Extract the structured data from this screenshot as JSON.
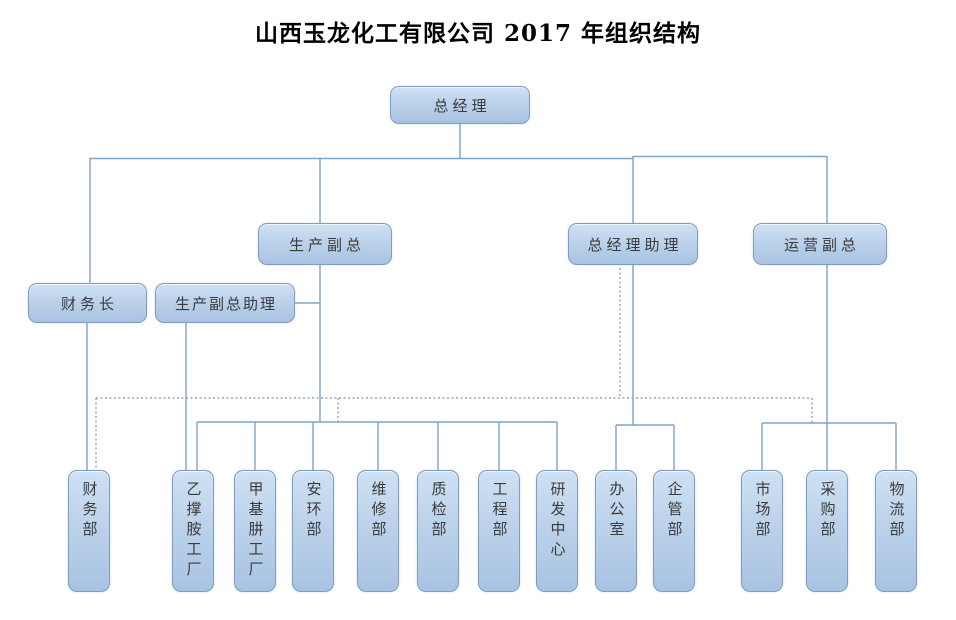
{
  "title": "山西玉龙化工有限公司 2017 年组织结构",
  "nodes": {
    "general_manager": {
      "label": "总经理"
    },
    "production_vp": {
      "label": "生产副总"
    },
    "gm_assistant": {
      "label": "总经理助理"
    },
    "operations_vp": {
      "label": "运营副总"
    },
    "cfo": {
      "label": "财务长"
    },
    "production_vp_assistant": {
      "label": "生产副总助理"
    }
  },
  "departments": [
    {
      "label": "财务部"
    },
    {
      "label": "乙撑胺工厂"
    },
    {
      "label": "甲基肼工厂"
    },
    {
      "label": "安环部"
    },
    {
      "label": "维修部"
    },
    {
      "label": "质检部"
    },
    {
      "label": "工程部"
    },
    {
      "label": "研发中心"
    },
    {
      "label": "办公室"
    },
    {
      "label": "企管部"
    },
    {
      "label": "市场部"
    },
    {
      "label": "采购部"
    },
    {
      "label": "物流部"
    }
  ],
  "relationships": {
    "solid": [
      [
        "总经理",
        "财务长"
      ],
      [
        "总经理",
        "生产副总"
      ],
      [
        "总经理",
        "总经理助理"
      ],
      [
        "总经理",
        "运营副总"
      ],
      [
        "生产副总",
        "生产副总助理"
      ],
      [
        "财务长",
        "财务部"
      ],
      [
        "生产副总助理",
        "乙撑胺工厂"
      ],
      [
        "生产副总",
        "乙撑胺工厂"
      ],
      [
        "生产副总",
        "甲基肼工厂"
      ],
      [
        "生产副总",
        "安环部"
      ],
      [
        "生产副总",
        "维修部"
      ],
      [
        "生产副总",
        "质检部"
      ],
      [
        "生产副总",
        "工程部"
      ],
      [
        "生产副总",
        "研发中心"
      ],
      [
        "总经理助理",
        "办公室"
      ],
      [
        "总经理助理",
        "企管部"
      ],
      [
        "运营副总",
        "市场部"
      ],
      [
        "运营副总",
        "采购部"
      ],
      [
        "运营副总",
        "物流部"
      ]
    ],
    "dotted": [
      [
        "总经理助理",
        "财务部"
      ],
      [
        "总经理助理",
        "生产部门线"
      ],
      [
        "总经理助理",
        "运营部门线"
      ]
    ]
  },
  "colors": {
    "box_border": "#7e9cc4",
    "box_fill_top": "#cfe1f3",
    "box_fill_bottom": "#a8c3e2",
    "connector": "#7ea3cb",
    "dotted_connector": "#8aa6c6",
    "title_text": "#000000",
    "box_text": "#3b3b3b"
  }
}
